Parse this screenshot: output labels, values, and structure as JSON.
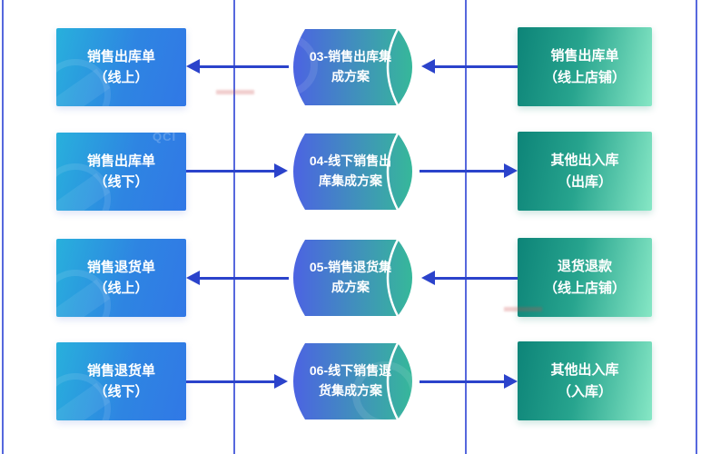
{
  "diagram": {
    "title": "sales-inventory-integration-flow",
    "rows": [
      {
        "left": {
          "label": "销售出库单\n（线上）"
        },
        "middle": {
          "label": "03-销售出库集\n成方案"
        },
        "right": {
          "label": "销售出库单\n（线上店铺）"
        },
        "flow_direction": "right-to-left"
      },
      {
        "left": {
          "label": "销售出库单\n（线下）"
        },
        "middle": {
          "label": "04-线下销售出\n库集成方案"
        },
        "right": {
          "label": "其他出入库\n（出库）"
        },
        "flow_direction": "left-to-right"
      },
      {
        "left": {
          "label": "销售退货单\n（线上）"
        },
        "middle": {
          "label": "05-销售退货集\n成方案"
        },
        "right": {
          "label": "退货退款\n（线上店铺）"
        },
        "flow_direction": "right-to-left"
      },
      {
        "left": {
          "label": "销售退货单\n（线下）"
        },
        "middle": {
          "label": "06-线下销售退\n货集成方案"
        },
        "right": {
          "label": "其他出入库\n（入库）"
        },
        "flow_direction": "left-to-right"
      }
    ],
    "watermark": "QCI",
    "colors": {
      "lane_line": "#5668dd",
      "arrow": "#2b43cb",
      "left_box_gradient": [
        "#28b0dc",
        "#3178e6"
      ],
      "cylinder_gradient": [
        "#4c63e2",
        "#36b89a"
      ],
      "right_box_gradient": [
        "#0d8478",
        "#86e7c5"
      ],
      "text": "#ffffff",
      "background": "#ffffff"
    }
  }
}
